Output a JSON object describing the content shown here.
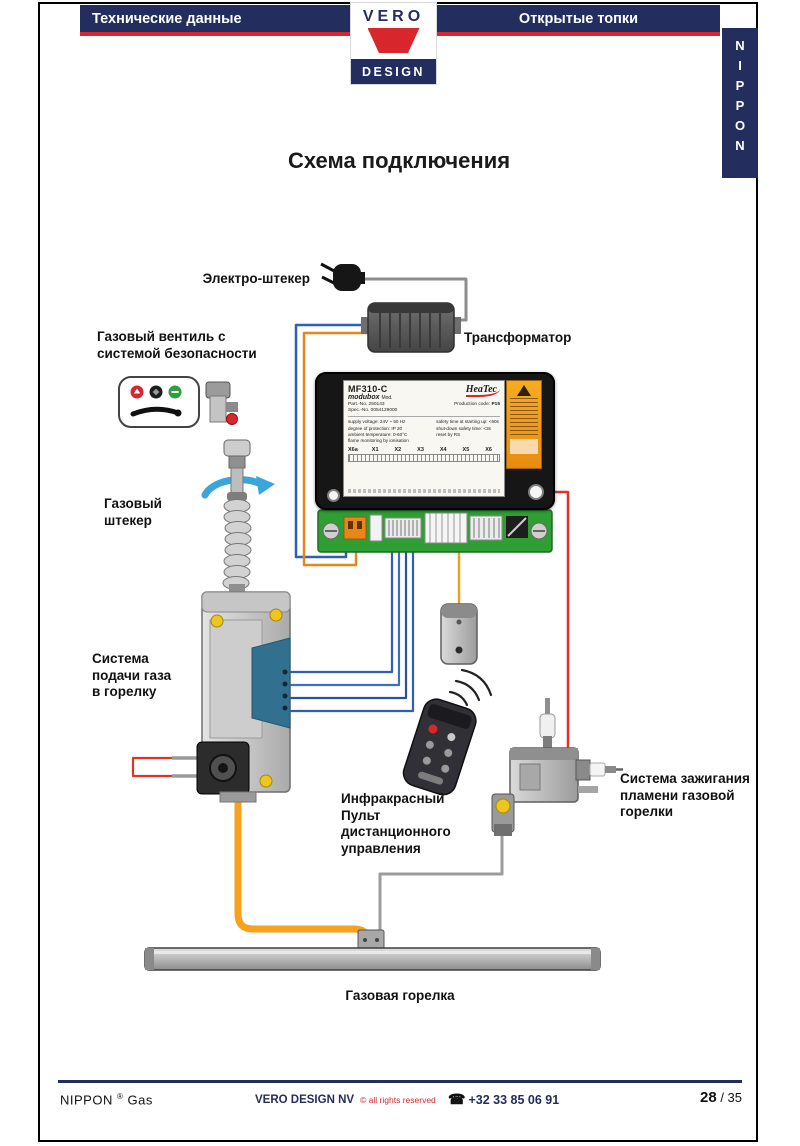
{
  "header": {
    "left_tab": "Технические данные",
    "right_tab": "Открытые топки",
    "logo_top": "VERO",
    "logo_bottom": "DESIGN",
    "side_letters": [
      "N",
      "I",
      "P",
      "P",
      "O",
      "N"
    ]
  },
  "title": "Схема подключения",
  "diagram": {
    "labels": {
      "electro_plug": "Электро-штекер",
      "transformer": "Трансформатор",
      "gas_valve": [
        "Газовый вентиль с",
        "системой безопасности"
      ],
      "gas_plug": [
        "Газовый",
        "штекер"
      ],
      "gas_supply": [
        "Система",
        "подачи газа",
        "в горелку"
      ],
      "remote": [
        "Инфракрасный",
        "Пульт",
        "дистанционного",
        "управления"
      ],
      "ignition": [
        "Система зажигания",
        "пламени газовой",
        "горелки"
      ],
      "burner": "Газовая горелка"
    },
    "control_unit": {
      "model": "MF310-C",
      "series": "modubox",
      "mod": "Mod.",
      "brand": "HeaTec",
      "part_no": "Part.-No. 250143",
      "spec_no": "Spec.-No. 0054129000",
      "production_label": "Production code:",
      "production_value": "P15",
      "specs": [
        "supply voltage: 24V ~ 50 Hz",
        "degree of protection: IP 20",
        "ambient temperature: 0-60°C",
        "flame monitoring by ionisation"
      ],
      "safety": [
        "safety time at starting up: <60s",
        "shut-down safety time: <3s",
        "reset by RS"
      ],
      "terminal_left": "X6a",
      "terminals": [
        "X1",
        "X2",
        "X3",
        "X4",
        "X5",
        "X6"
      ]
    }
  },
  "footer": {
    "brand": "NIPPON",
    "reg": "®",
    "brand_suffix": "Gas",
    "company": "VERO DESIGN NV",
    "rights": "© all rights reserved",
    "phone_icon": "☎",
    "phone": "+32 33 85 06 91",
    "page_number": "28",
    "page_total": "/ 35"
  },
  "colors": {
    "navy": "#232d5e",
    "red": "#d7262c",
    "wire_blue": "#2f5fb3",
    "wire_orange": "#e8861a",
    "hose_orange": "#f6a21d",
    "pcb_green": "#2f9e33"
  }
}
